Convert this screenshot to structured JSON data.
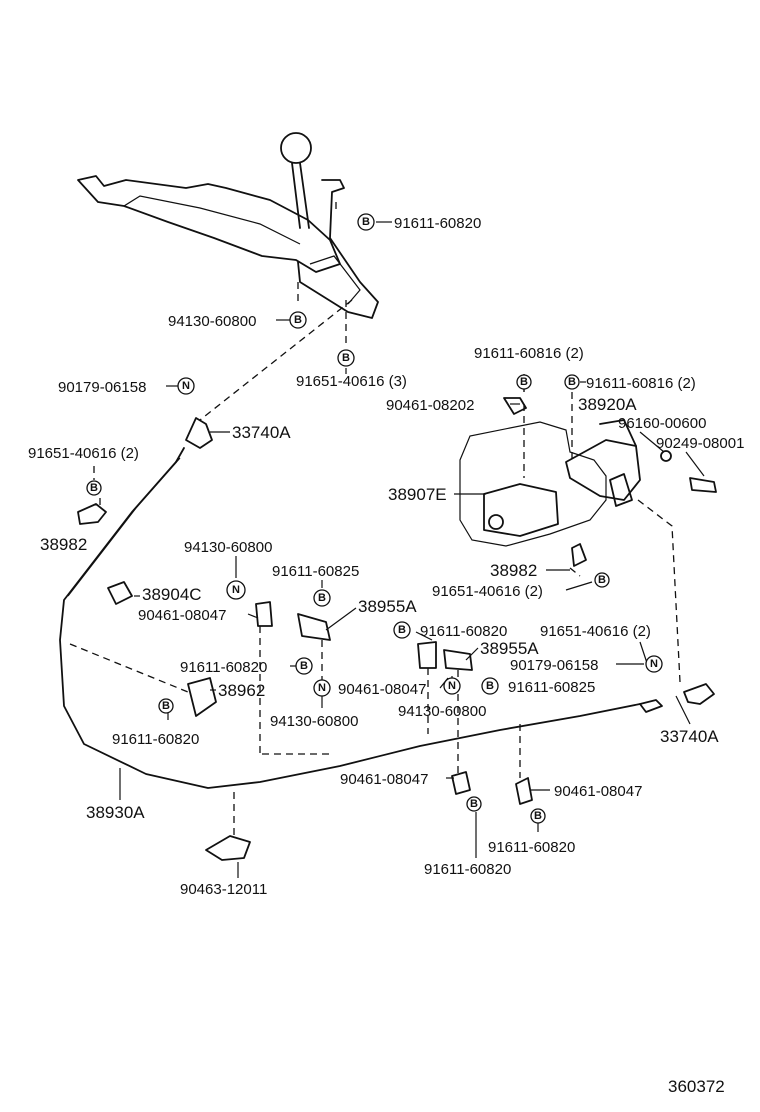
{
  "figure_id": "360372",
  "marks": {
    "bolt": "B",
    "nut": "N"
  },
  "labels": {
    "p_91611_60820_top": "91611-60820",
    "p_94130_60800_top": "94130-60800",
    "p_91651_40616_3": "91651-40616 (3)",
    "p_90179_06158_l": "90179-06158",
    "p_33740A_l": "33740A",
    "p_91651_40616_2_l": "91651-40616 (2)",
    "p_38982_l": "38982",
    "p_91611_60816_2_a": "91611-60816 (2)",
    "p_91611_60816_2_b": "91611-60816 (2)",
    "p_90461_08202": "90461-08202",
    "p_38920A": "38920A",
    "p_96160_00600": "96160-00600",
    "p_90249_08001": "90249-08001",
    "p_38907E": "38907E",
    "p_38982_r": "38982",
    "p_91651_40616_2_r": "91651-40616 (2)",
    "p_94130_60800_mid": "94130-60800",
    "p_38904C": "38904C",
    "p_91611_60825_l": "91611-60825",
    "p_90461_08047_l": "90461-08047",
    "p_38955A_l": "38955A",
    "p_91611_60820_r1": "91611-60820",
    "p_91651_40616_2_far": "91651-40616 (2)",
    "p_38955A_r": "38955A",
    "p_90179_06158_r": "90179-06158",
    "p_91611_60820_mid": "91611-60820",
    "p_38962": "38962",
    "p_90461_08047_m": "90461-08047",
    "p_91611_60825_r": "91611-60825",
    "p_94130_60800_bl": "94130-60800",
    "p_94130_60800_br": "94130-60800",
    "p_33740A_r": "33740A",
    "p_91611_60820_lowl": "91611-60820",
    "p_90461_08047_low": "90461-08047",
    "p_90461_08047_lowr": "90461-08047",
    "p_38930A": "38930A",
    "p_91611_60820_bot1": "91611-60820",
    "p_91611_60820_bot2": "91611-60820",
    "p_90463_12011": "90463-12011"
  }
}
